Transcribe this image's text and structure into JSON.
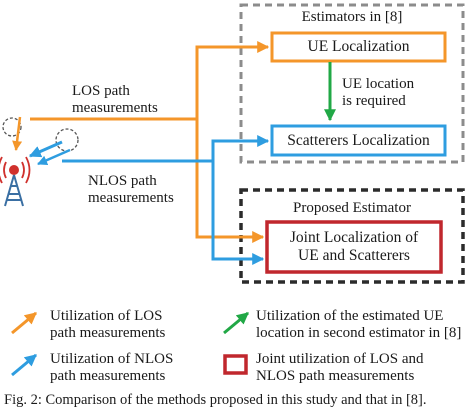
{
  "estimators_group": {
    "title": "Estimators in [8]"
  },
  "proposed_group": {
    "title": "Proposed Estimator"
  },
  "boxes": {
    "ue_localization": "UE Localization",
    "scatterers_localization": "Scatterers Localization",
    "joint_line1": "Joint Localization of",
    "joint_line2": "UE and Scatterers"
  },
  "arrow_labels": {
    "los_line1": "LOS path",
    "los_line2": "measurements",
    "nlos_line1": "NLOS path",
    "nlos_line2": "measurements",
    "ue_loc_line1": "UE location",
    "ue_loc_line2": "is required"
  },
  "legend": {
    "los_line1": "Utilization of LOS",
    "los_line2": "path measurements",
    "nlos_line1": "Utilization of NLOS",
    "nlos_line2": "path measurements",
    "est_line1": "Utilization of the estimated UE",
    "est_line2": "location in second estimator in [8]",
    "joint_line1": "Joint utilization of LOS and",
    "joint_line2": "NLOS path measurements"
  },
  "caption": "Fig. 2: Comparison of the methods proposed in this study and that in [8].",
  "colors": {
    "los": "#f4962a",
    "nlos": "#2e9de0",
    "estimate": "#21a846",
    "joint": "#c0272d",
    "dashed_light": "#8c8c8c",
    "dashed_dark": "#2b2b2b",
    "antenna": "#3a6fa3"
  }
}
